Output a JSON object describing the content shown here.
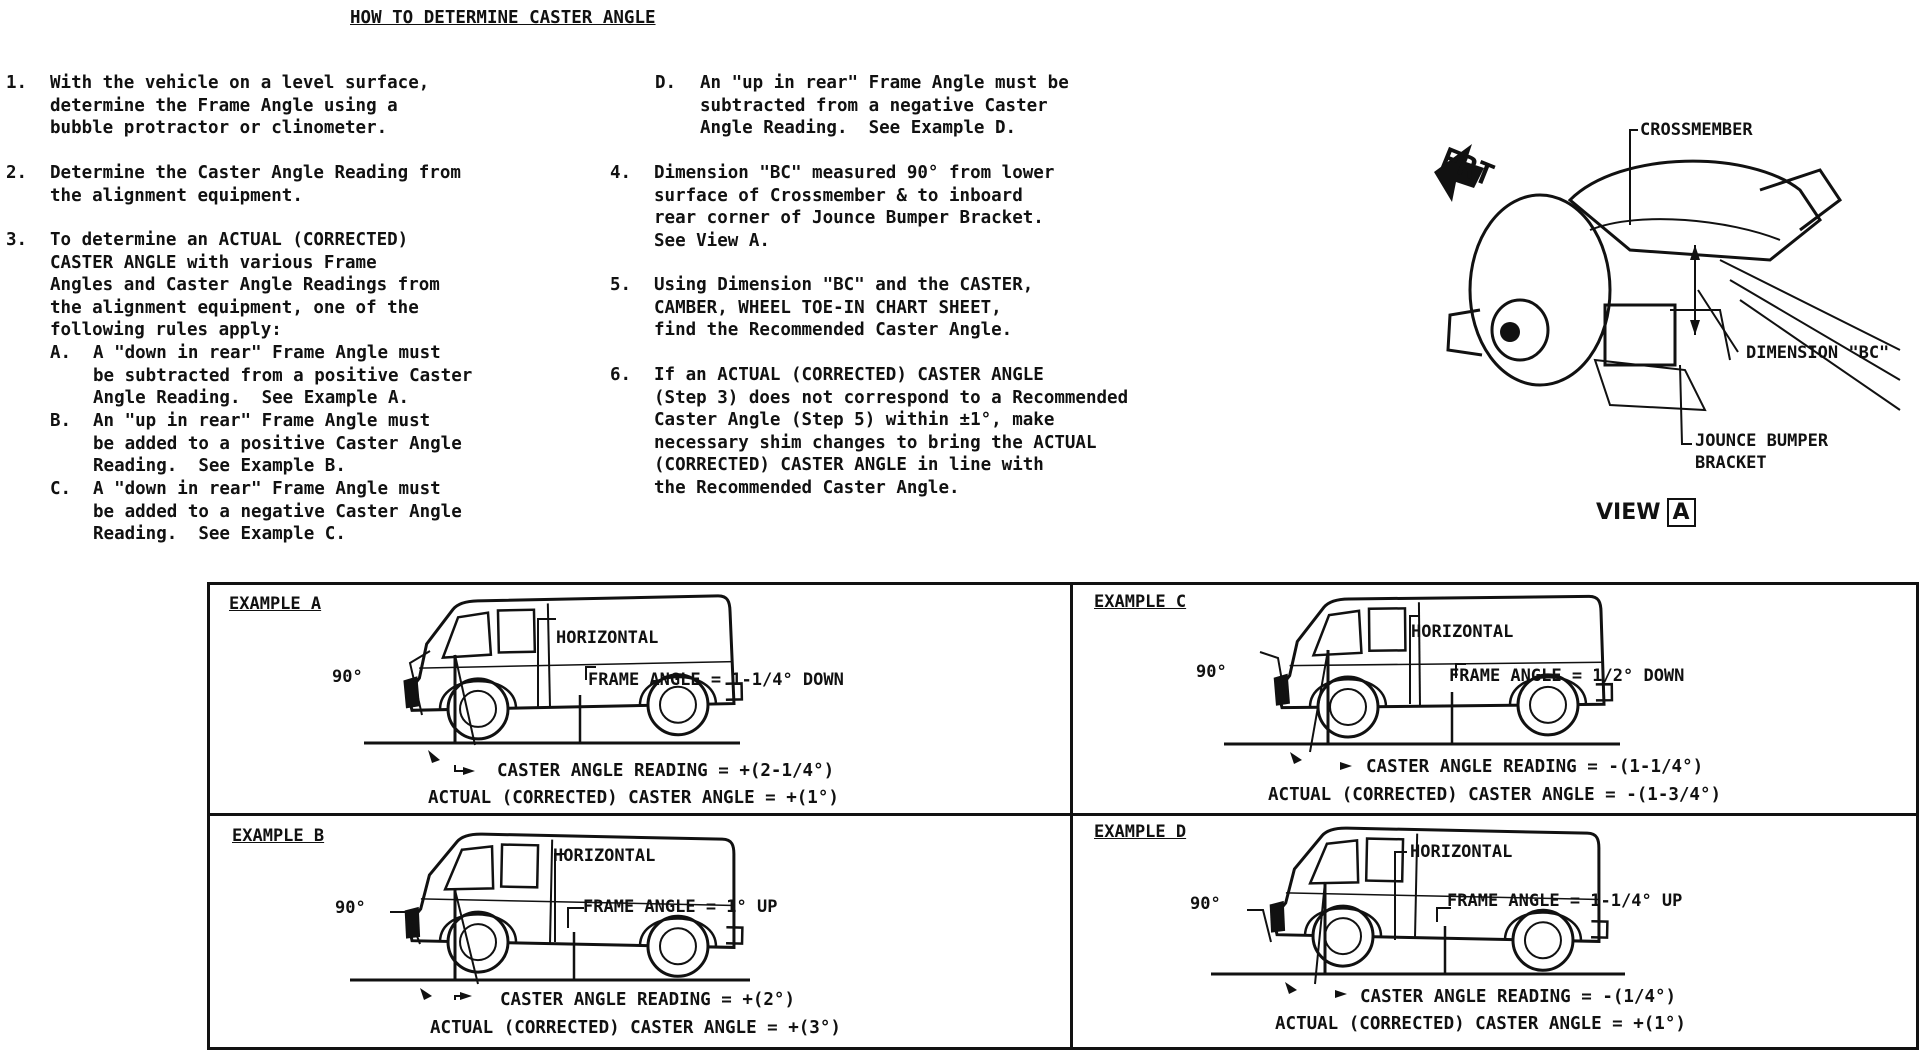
{
  "title": "HOW TO DETERMINE CASTER ANGLE",
  "left_col": [
    {
      "num": "1.",
      "text": "With the vehicle on a level surface,\ndetermine the Frame Angle using a\nbubble protractor or clinometer."
    },
    {
      "num": "2.",
      "text": "Determine the Caster Angle Reading from\nthe alignment equipment."
    },
    {
      "num": "3.",
      "text": "To determine an ACTUAL (CORRECTED)\nCASTER ANGLE with various Frame\nAngles and Caster Angle Readings from\nthe alignment equipment, one of the\nfollowing rules apply:"
    },
    {
      "num": "A.",
      "text": "A \"down in rear\" Frame Angle must\nbe subtracted from a positive Caster\nAngle Reading.  See Example A."
    },
    {
      "num": "B.",
      "text": "An \"up in rear\" Frame Angle must\nbe added to a positive Caster Angle\nReading.  See Example B."
    },
    {
      "num": "C.",
      "text": "A \"down in rear\" Frame Angle must\nbe added to a negative Caster Angle\nReading.  See Example C."
    }
  ],
  "right_col": [
    {
      "num": "D.",
      "text": "An \"up in rear\" Frame Angle must be\nsubtracted from a negative Caster\nAngle Reading.  See Example D."
    },
    {
      "num": "4.",
      "text": "Dimension \"BC\" measured 90° from lower\nsurface of Crossmember & to inboard\nrear corner of Jounce Bumper Bracket.\nSee View A."
    },
    {
      "num": "5.",
      "text": "Using Dimension \"BC\" and the CASTER,\nCAMBER, WHEEL TOE-IN CHART SHEET,\nfind the Recommended Caster Angle."
    },
    {
      "num": "6.",
      "text": "If an ACTUAL (CORRECTED) CASTER ANGLE\n(Step 3) does not correspond to a Recommended\nCaster Angle (Step 5) within ±1°, make\nnecessary shim changes to bring the ACTUAL\n(CORRECTED) CASTER ANGLE in line with\nthe Recommended Caster Angle."
    }
  ],
  "view_a": {
    "crossmember": "CROSSMEMBER",
    "frt": "FRT",
    "dimension": "DIMENSION \"BC\"",
    "jounce": "JOUNCE BUMPER\nBRACKET",
    "view_label": "VIEW",
    "view_letter": "A"
  },
  "examples": [
    {
      "id": "a",
      "title": "EXAMPLE A",
      "horizontal": "HORIZONTAL",
      "ninety": "90°",
      "frame": "FRAME ANGLE = 1-1/4° DOWN",
      "reading": "CASTER ANGLE READING = +(2-1/4°)",
      "actual": "ACTUAL (CORRECTED) CASTER ANGLE = +(1°)"
    },
    {
      "id": "b",
      "title": "EXAMPLE B",
      "horizontal": "HORIZONTAL",
      "ninety": "90°",
      "frame": "FRAME ANGLE = 1° UP",
      "reading": "CASTER ANGLE READING = +(2°)",
      "actual": "ACTUAL (CORRECTED) CASTER ANGLE = +(3°)"
    },
    {
      "id": "c",
      "title": "EXAMPLE C",
      "horizontal": "HORIZONTAL",
      "ninety": "90°",
      "frame": "FRAME ANGLE = 1/2° DOWN",
      "reading": "CASTER ANGLE READING = -(1-1/4°)",
      "actual": "ACTUAL (CORRECTED) CASTER ANGLE = -(1-3/4°)"
    },
    {
      "id": "d",
      "title": "EXAMPLE D",
      "horizontal": "HORIZONTAL",
      "ninety": "90°",
      "frame": "FRAME ANGLE = 1-1/4° UP",
      "reading": "CASTER ANGLE READING = -(1/4°)",
      "actual": "ACTUAL (CORRECTED) CASTER ANGLE = +(1°)"
    }
  ]
}
